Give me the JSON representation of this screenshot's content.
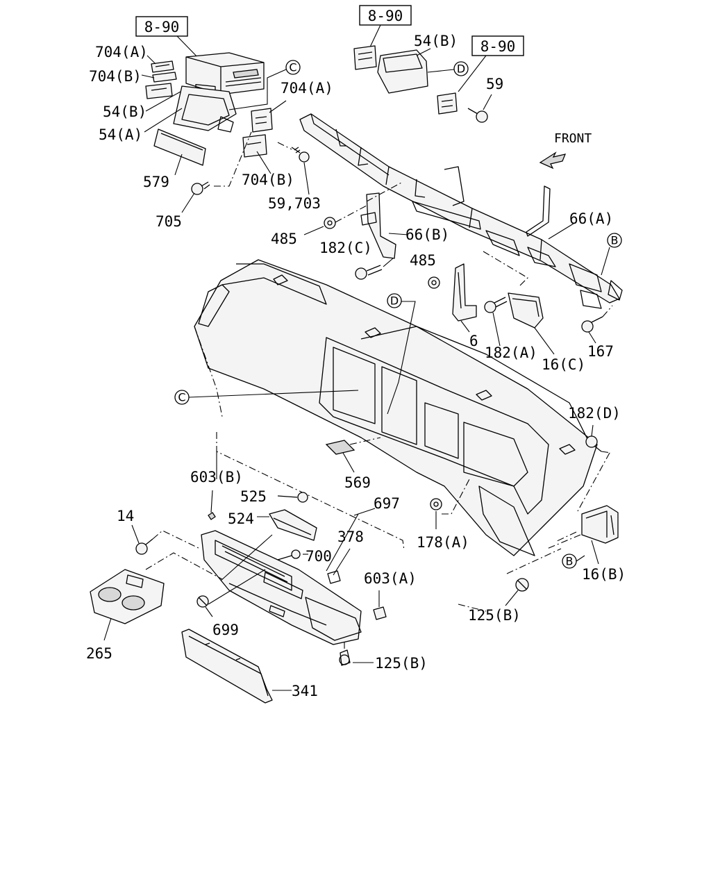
{
  "diagram": {
    "front_label": "FRONT",
    "ref_boxes": [
      "8-90",
      "8-90",
      "8-90"
    ],
    "callout_letters": [
      "C",
      "D",
      "B",
      "D",
      "C",
      "B"
    ],
    "part_labels": {
      "p704a_top": "704(A)",
      "p704b_top": "704(B)",
      "p54b_left": "54(B)",
      "p54a": "54(A)",
      "p579": "579",
      "p705": "705",
      "p704a_mid": "704(A)",
      "p704b_mid": "704(B)",
      "p59_703": "59,703",
      "p54b_right": "54(B)",
      "p59": "59",
      "p66a": "66(A)",
      "p66b": "66(B)",
      "p485_a": "485",
      "p182c": "182(C)",
      "p485_b": "485",
      "p6": "6",
      "p182a": "182(A)",
      "p16c": "16(C)",
      "p167": "167",
      "p182d": "182(D)",
      "p569": "569",
      "p603b": "603(B)",
      "p525": "525",
      "p524": "524",
      "p697": "697",
      "p14": "14",
      "p378": "378",
      "p700": "700",
      "p603a": "603(A)",
      "p178a": "178(A)",
      "p16b": "16(B)",
      "p125b_right": "125(B)",
      "p699": "699",
      "p265": "265",
      "p125b_bottom": "125(B)",
      "p341": "341"
    }
  }
}
